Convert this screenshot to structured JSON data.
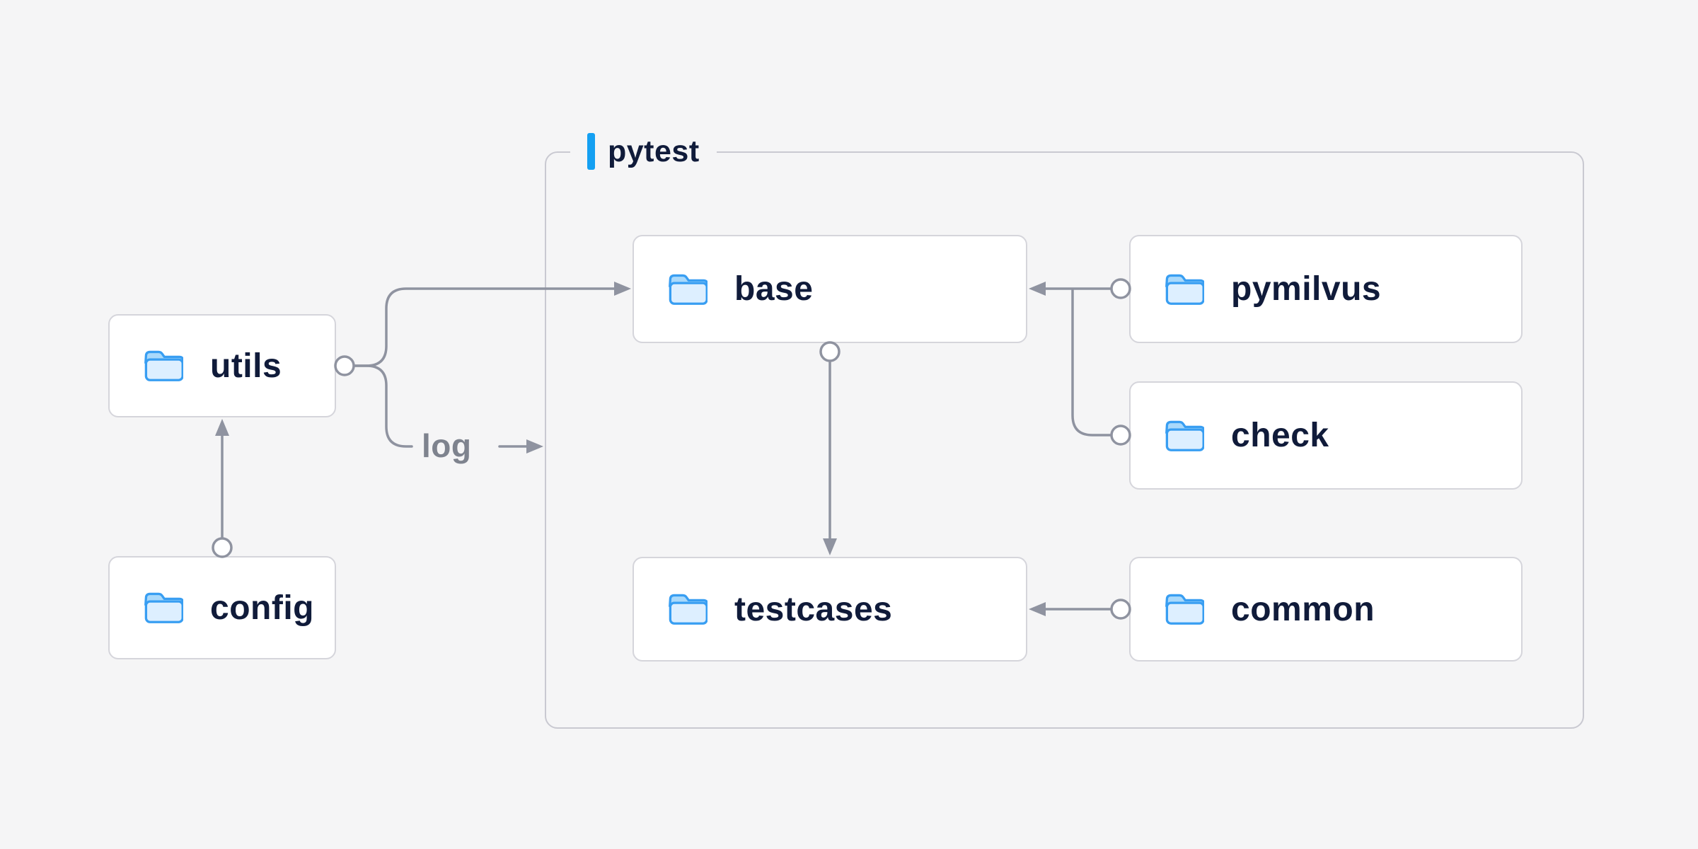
{
  "diagram": {
    "type": "architecture-flow",
    "group_label": "pytest",
    "nodes": {
      "utils": {
        "label": "utils",
        "icon": "folder-icon"
      },
      "config": {
        "label": "config",
        "icon": "folder-icon"
      },
      "base": {
        "label": "base",
        "icon": "folder-icon",
        "group": "pytest"
      },
      "pymilvus": {
        "label": "pymilvus",
        "icon": "folder-icon",
        "group": "pytest"
      },
      "check": {
        "label": "check",
        "icon": "folder-icon",
        "group": "pytest"
      },
      "testcases": {
        "label": "testcases",
        "icon": "folder-icon",
        "group": "pytest"
      },
      "common": {
        "label": "common",
        "icon": "folder-icon",
        "group": "pytest"
      }
    },
    "edges": [
      {
        "from": "utils",
        "to": "base"
      },
      {
        "from": "utils",
        "to": "pytest-group",
        "label": "log"
      },
      {
        "from": "config",
        "to": "utils"
      },
      {
        "from": "base",
        "to": "testcases"
      },
      {
        "from": "pymilvus",
        "to": "base"
      },
      {
        "from": "check",
        "to": "base"
      },
      {
        "from": "common",
        "to": "testcases"
      }
    ],
    "colors": {
      "background": "#f5f5f6",
      "accent_blue": "#14a0f2",
      "folder_blue": "#389ef2",
      "line_gray": "#8f93a0",
      "text_dark": "#101b3a",
      "muted_text": "#7e838e",
      "node_border": "#d5d5db"
    }
  }
}
